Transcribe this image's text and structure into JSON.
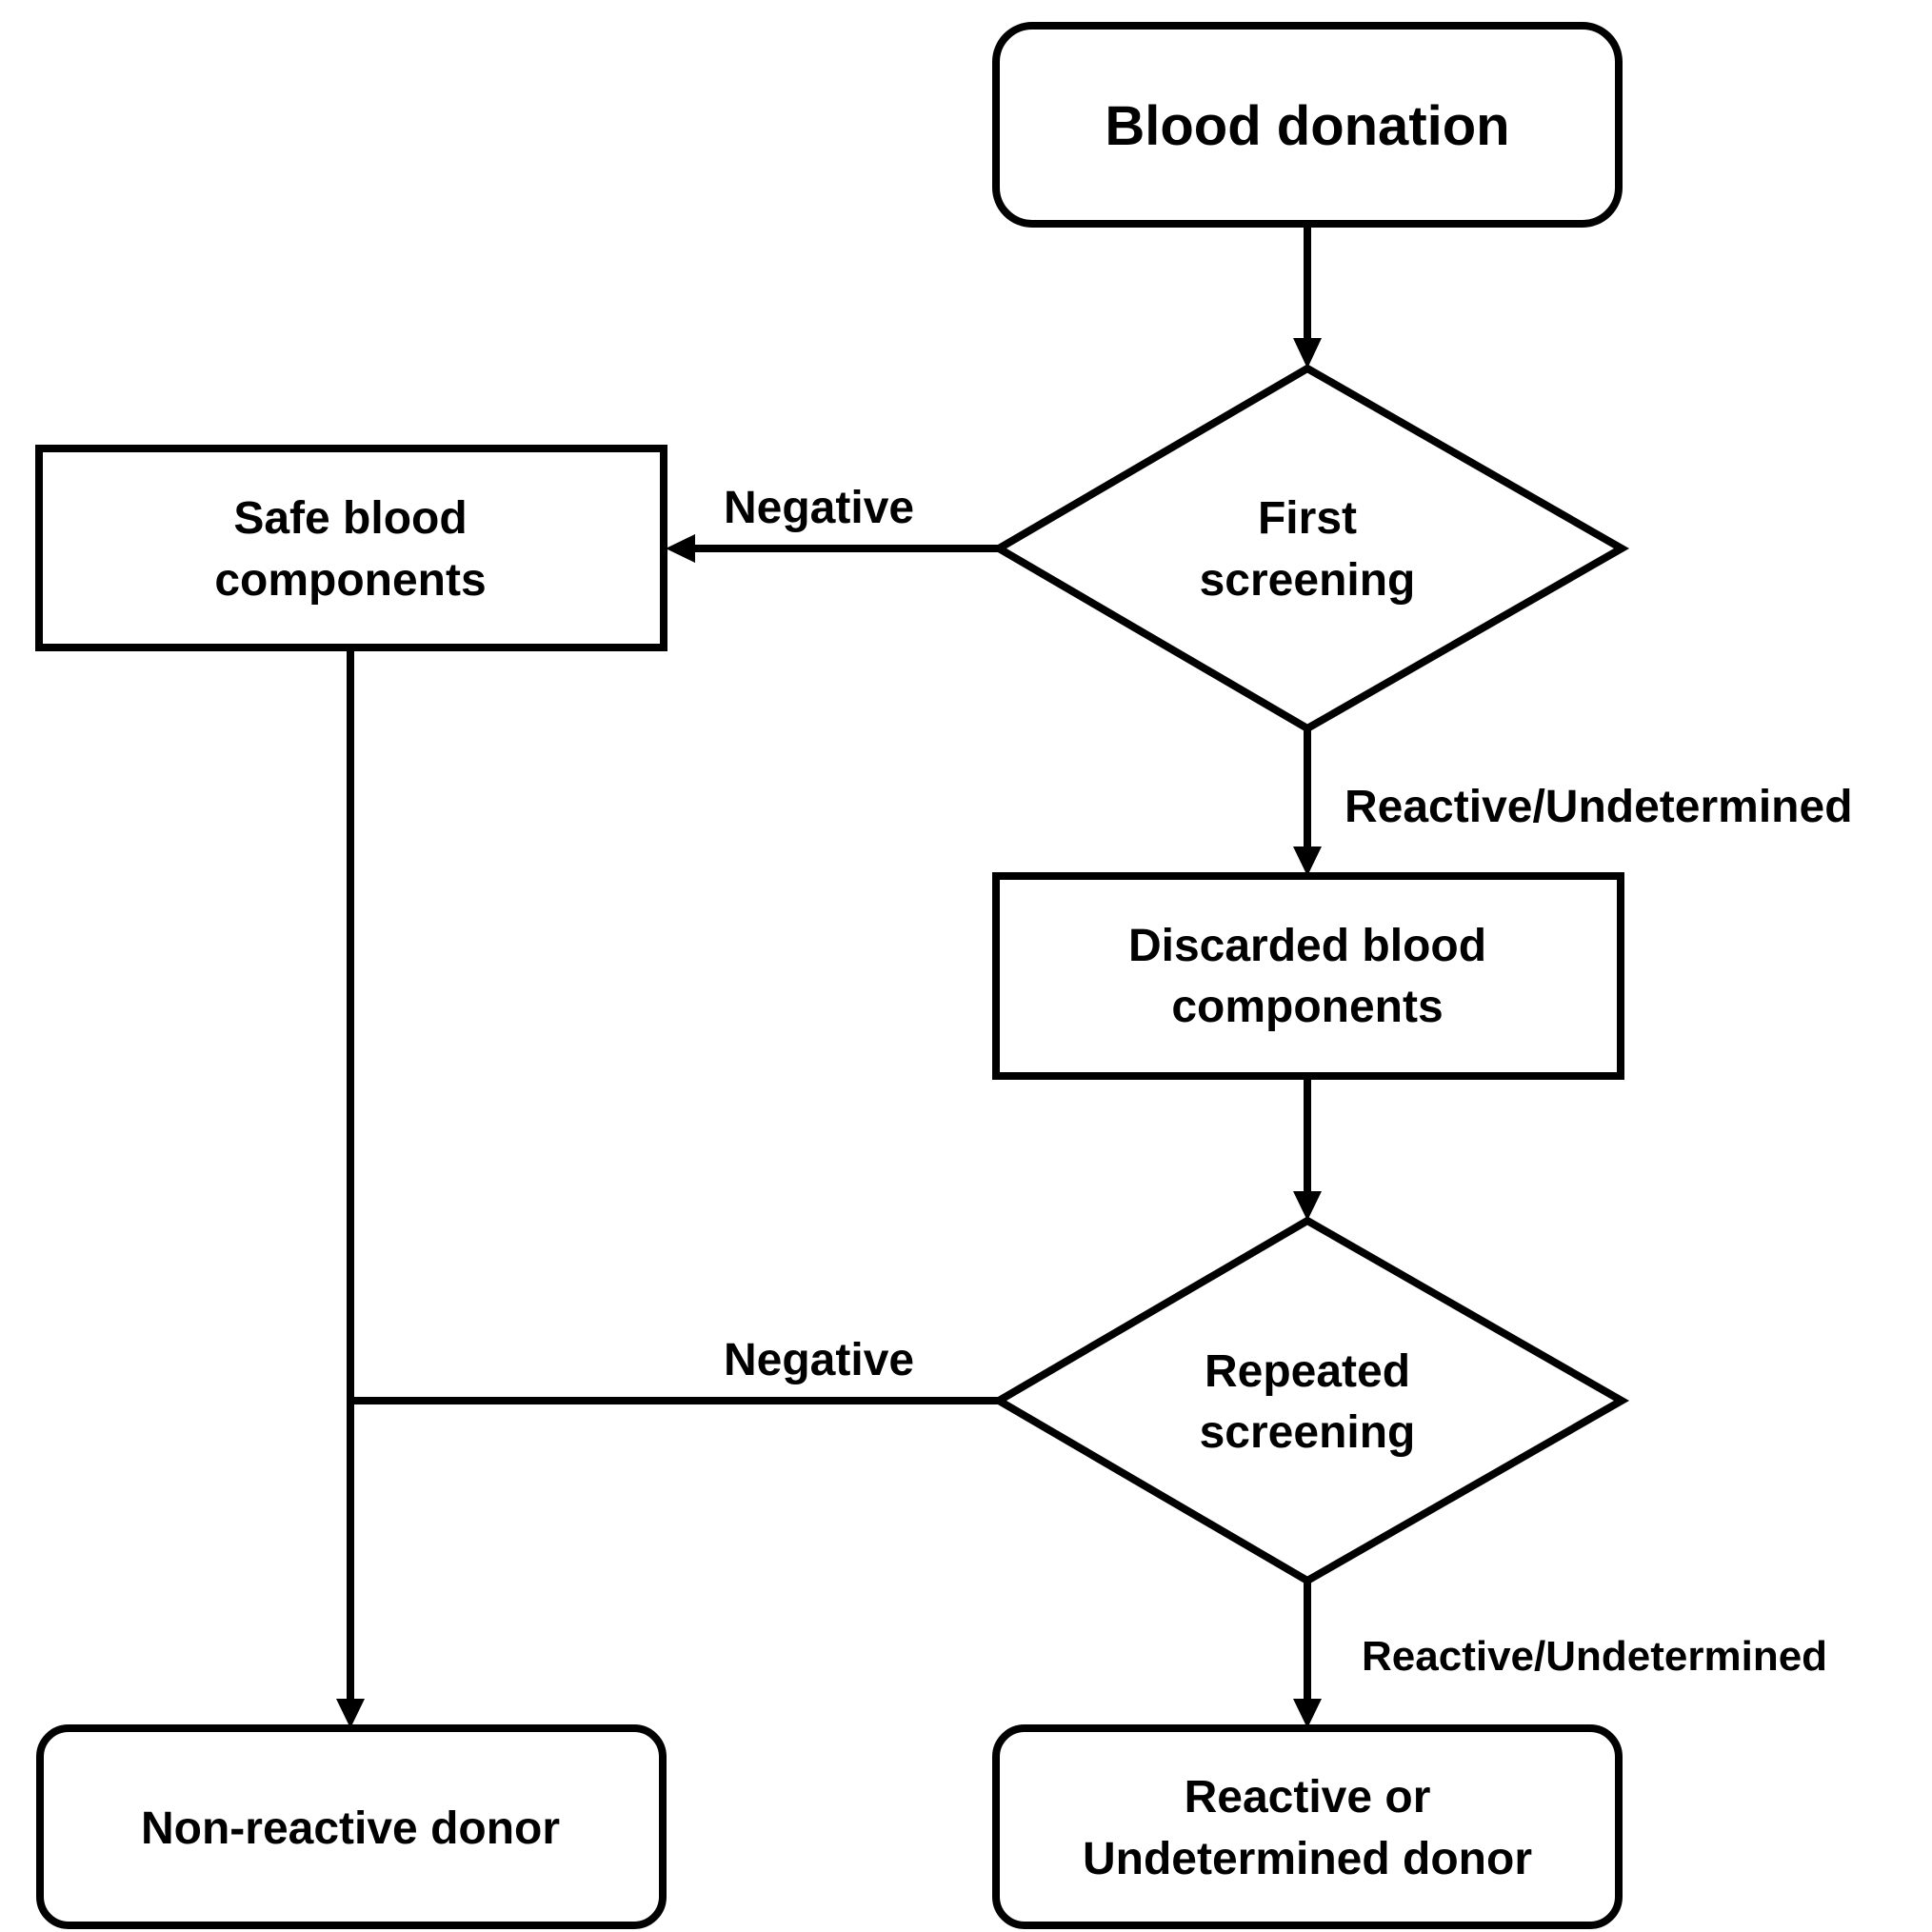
{
  "nodes": {
    "blood_donation": "Blood donation",
    "first_screening": [
      "First",
      "screening"
    ],
    "safe_components": [
      "Safe blood",
      "components"
    ],
    "discarded_components": [
      "Discarded blood",
      "components"
    ],
    "repeated_screening": [
      "Repeated",
      "screening"
    ],
    "non_reactive_donor": "Non-reactive donor",
    "reactive_donor": [
      "Reactive or",
      "Undetermined donor"
    ]
  },
  "edge_labels": {
    "first_negative": "Negative",
    "first_reactive": "Reactive/Undetermined",
    "repeated_negative": "Negative",
    "repeated_reactive": "Reactive/Undetermined"
  }
}
